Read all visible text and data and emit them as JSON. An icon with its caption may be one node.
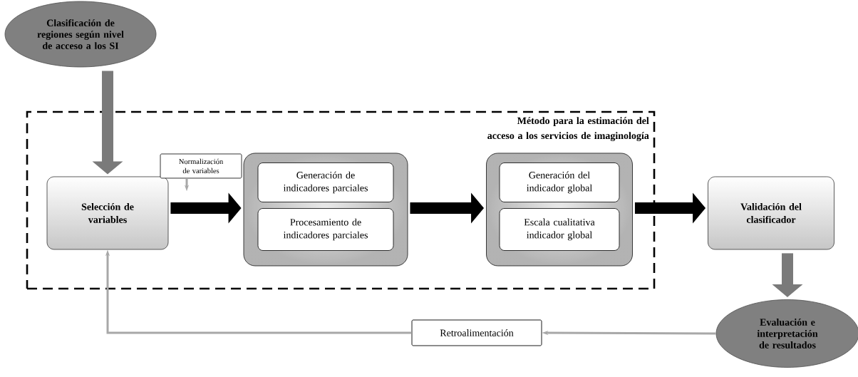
{
  "diagram": {
    "nodes": [
      {
        "text": [
          "Clasificación de regiones según nivel de acceso a los SI"
        ]
      },
      {
        "text": [
          "Método para la estimación del acceso a los servicios de imaginología"
        ]
      },
      {
        "text": [
          "Selección de variables"
        ],
        "in": 1
      },
      {
        "text": [
          "Normalización de variables"
        ],
        "in": 1
      },
      {
        "text": [],
        "shape": "box",
        "in": 1
      },
      {
        "text": [
          "Generación de indicadores parciales"
        ],
        "in": 4
      },
      {
        "text": [
          "Procesamiento de indicadores parciales"
        ],
        "in": 4
      },
      {
        "text": [],
        "shape": "box",
        "in": 1
      },
      {
        "text": [
          "Generación del indicador global"
        ],
        "in": 7
      },
      {
        "text": [
          "Escala cualitativa indicador global"
        ],
        "in": 7
      },
      {
        "text": [
          "Validación del clasificador"
        ]
      },
      {
        "text": [
          "Evaluación e interpretación de resultados"
        ]
      },
      {
        "text": [
          "Retroalimentación"
        ]
      }
    ],
    "edges": [
      {
        "from": 0,
        "to": 2,
        "arrow": "to",
        "color": "#7a7a7a"
      },
      {
        "from": 3,
        "to": null,
        "arrow": "to",
        "color": "#a8a8a8"
      },
      {
        "from": 2,
        "to": 4,
        "arrow": "to",
        "color": "#000000"
      },
      {
        "from": 4,
        "to": 7,
        "arrow": "to",
        "color": "#000000"
      },
      {
        "from": 7,
        "to": 10,
        "arrow": "to",
        "color": "#000000"
      },
      {
        "from": 10,
        "to": 11,
        "arrow": "to",
        "color": "#7a7a7a"
      },
      {
        "from": 11,
        "to": 12,
        "arrow": "to",
        "color": "#a8a8a8"
      },
      {
        "from": 12,
        "to": 2,
        "arrow": "to",
        "color": "#a8a8a8"
      }
    ]
  }
}
